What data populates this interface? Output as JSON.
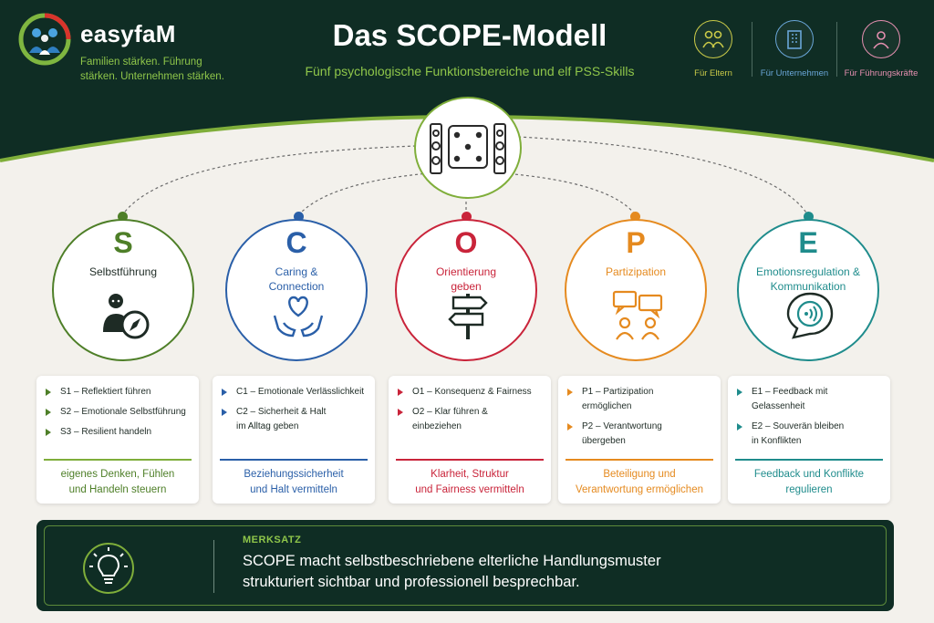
{
  "brand": {
    "name": "easyfaM",
    "tagline": "Familien stärken. Führung\nstärken. Unternehmen stärken."
  },
  "header": {
    "title": "Das SCOPE-Modell",
    "subtitle": "Fünf psychologische Funktionsbereiche und elf PSS-Skills"
  },
  "audiences": [
    {
      "label": "Für Eltern",
      "icon": "parents-icon",
      "color": "#c9c948"
    },
    {
      "label": "Für Unternehmen",
      "icon": "building-icon",
      "color": "#6aa6d8"
    },
    {
      "label": "Für Führungskräfte",
      "icon": "person-icon",
      "color": "#e58fb0"
    }
  ],
  "pillars": [
    {
      "letter": "S",
      "name": "Selbstführung",
      "color": "#4e7f28",
      "icon": "person-compass-icon",
      "skills": [
        "S1 – Reflektiert führen",
        "S2 – Emotionale Selbstführung",
        "S3 – Resilient handeln"
      ],
      "summary": "eigenes Denken, Fühlen\nund Handeln steuern"
    },
    {
      "letter": "C",
      "name": "Caring &\nConnection",
      "color": "#2a5fa8",
      "icon": "heart-hands-icon",
      "skills": [
        "C1 – Emotionale Verlässlichkeit",
        "C2 – Sicherheit & Halt\nim Alltag geben"
      ],
      "summary": "Beziehungssicherheit\nund Halt vermitteln"
    },
    {
      "letter": "O",
      "name": "Orientierung\ngeben",
      "color": "#c9243a",
      "icon": "signpost-icon",
      "skills": [
        "O1 – Konsequenz & Fairness",
        "O2 – Klar führen &\neinbeziehen"
      ],
      "summary": "Klarheit, Struktur\nund Fairness vermitteln"
    },
    {
      "letter": "P",
      "name": "Partizipation",
      "color": "#e58a1f",
      "icon": "dialogue-icon",
      "skills": [
        "P1 – Partizipation\nermöglichen",
        "P2 – Verantwortung\nübergeben"
      ],
      "summary": "Beteiligung und\nVerantwortung ermöglichen"
    },
    {
      "letter": "E",
      "name": "Emotionsregulation &\nKommunikation",
      "color": "#1f8c8c",
      "icon": "speech-bubble-sound-icon",
      "skills": [
        "E1 – Feedback mit\nGelassenheit",
        "E2 – Souverän bleiben\nin Konflikten"
      ],
      "summary": "Feedback und Konflikte\nregulieren"
    }
  ],
  "merksatz": {
    "label": "MERKSATZ",
    "text": "SCOPE macht selbstbeschriebene elterliche Handlungsmuster\nstrukturiert sichtbar und professionell besprechbar.",
    "icon": "lightbulb-icon"
  }
}
